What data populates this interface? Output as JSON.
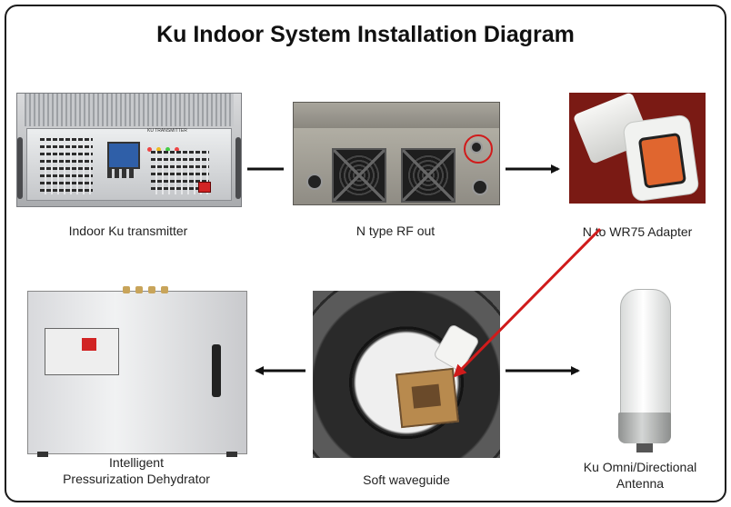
{
  "diagram": {
    "title": "Ku Indoor System Installation Diagram",
    "nodes": {
      "transmitter": {
        "label": "Indoor Ku transmitter",
        "panel_text": "KU TRANSMITTER"
      },
      "rf_out": {
        "label": "N type RF out"
      },
      "adapter": {
        "label": "N to WR75 Adapter"
      },
      "dehydrator": {
        "label_line1": "Intelligent",
        "label_line2": "Pressurization Dehydrator"
      },
      "waveguide": {
        "label": "Soft waveguide"
      },
      "antenna": {
        "label_line1": "Ku Omni/Directional",
        "label_line2": "Antenna"
      }
    },
    "colors": {
      "connector": "#111111",
      "highlight": "#d01b1b"
    }
  }
}
